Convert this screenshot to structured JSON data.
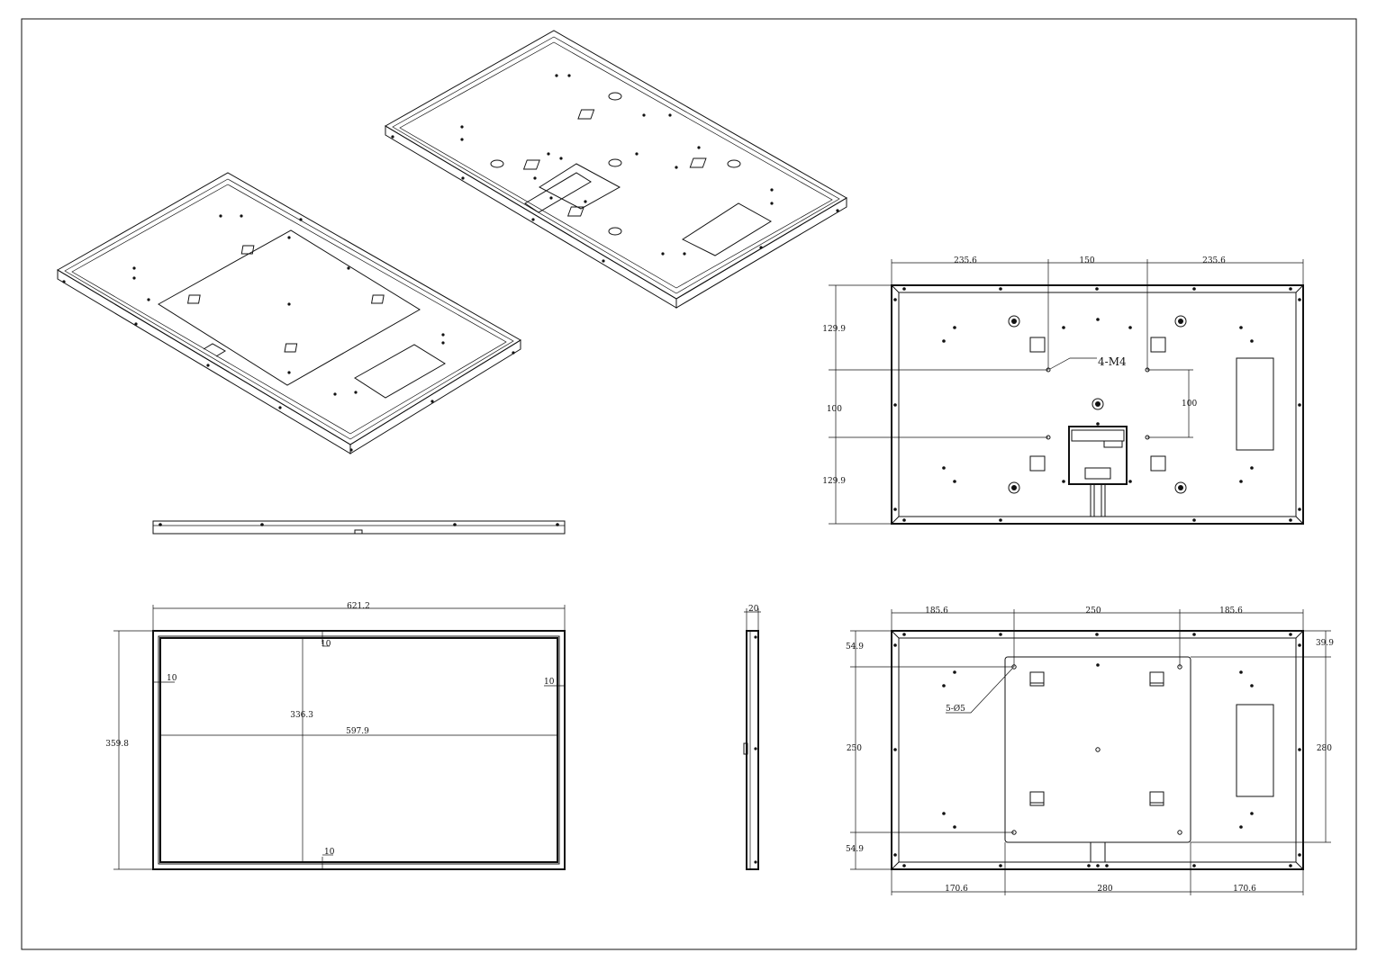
{
  "drawing": {
    "top_view": {
      "dims": {
        "left": "235.6",
        "middle": "150",
        "right": "235.6",
        "h_top": "129.9",
        "h_mid": "100",
        "h_bot": "129.9",
        "inner_v": "100"
      },
      "callout": "4-M4"
    },
    "front_view": {
      "dims": {
        "width": "621.2",
        "height": "359.8",
        "inner_h": "336.3",
        "inner_w": "597.9",
        "border_top": "10",
        "border_left": "10",
        "border_right": "10",
        "border_bottom": "10"
      }
    },
    "side_view": {
      "dims": {
        "depth": "20"
      }
    },
    "back_view": {
      "dims": {
        "top_left": "185.6",
        "top_mid": "250",
        "top_right": "185.6",
        "left_top": "54.9",
        "left_mid": "250",
        "left_bot": "54.9",
        "right_top": "39.9",
        "right_mid": "280",
        "bot_left": "170.6",
        "bot_mid": "280",
        "bot_right": "170.6"
      },
      "callout": "5-Ø5"
    }
  }
}
